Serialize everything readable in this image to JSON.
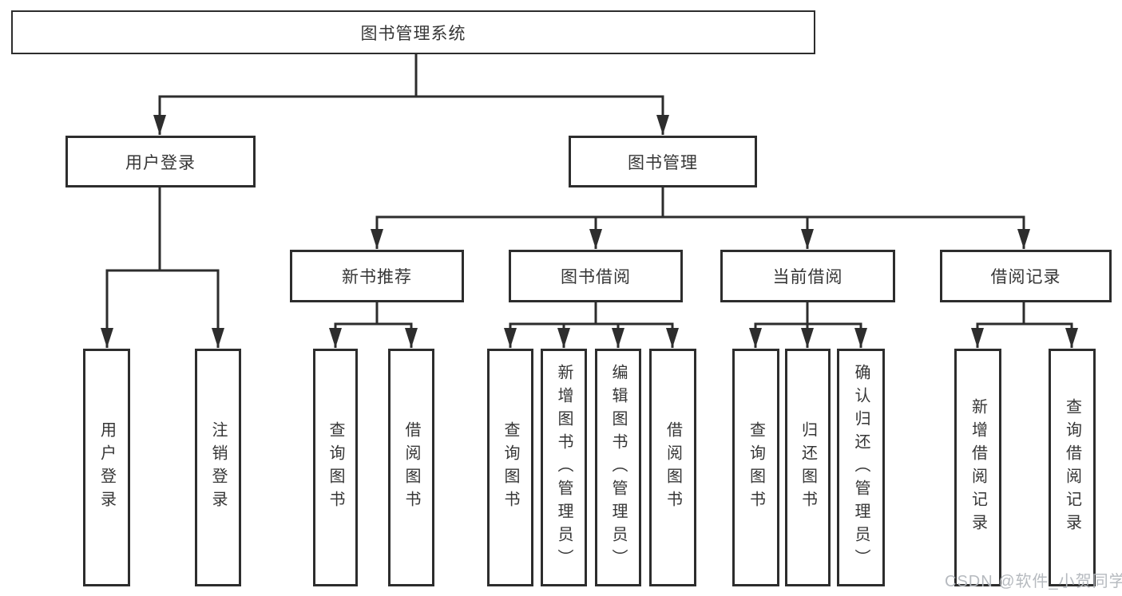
{
  "colors": {
    "line": "#2d2d2d",
    "box_border": "#2d2d2d",
    "box_fill": "#ffffff",
    "text": "#363636",
    "watermark": "#b2b6bc",
    "background": "#ffffff"
  },
  "tree": {
    "root": "图书管理系统",
    "children": [
      {
        "label": "用户登录",
        "children": [
          "用户登录",
          "注销登录"
        ]
      },
      {
        "label": "图书管理",
        "children": [
          {
            "label": "新书推荐",
            "children": [
              "查询图书",
              "借阅图书"
            ]
          },
          {
            "label": "图书借阅",
            "children": [
              "查询图书",
              "新增图书（管理员）",
              "编辑图书（管理员）",
              "借阅图书"
            ]
          },
          {
            "label": "当前借阅",
            "children": [
              "查询图书",
              "归还图书",
              "确认归还（管理员）"
            ]
          },
          {
            "label": "借阅记录",
            "children": [
              "新增借阅记录",
              "查询借阅记录"
            ]
          }
        ]
      }
    ]
  },
  "watermark": {
    "text": "CSDN @软件_小贺同学"
  }
}
